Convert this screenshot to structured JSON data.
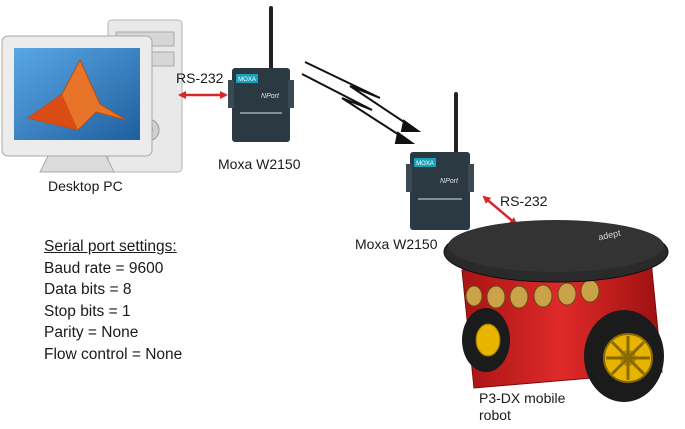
{
  "labels": {
    "desktop_pc": "Desktop PC",
    "moxa_1": "Moxa W2150",
    "moxa_2": "Moxa W2150",
    "rs232_1": "RS-232",
    "rs232_2": "RS-232",
    "robot_line1": "P3-DX mobile",
    "robot_line2": "robot"
  },
  "settings": {
    "title": "Serial port settings:",
    "lines": [
      "Baud rate = 9600",
      "Data bits = 8",
      "Stop bits = 1",
      "Parity = None",
      "Flow control = None"
    ]
  },
  "device_text": {
    "moxa_badge": "MOXA",
    "moxa_model": "NPort",
    "robot_brand": "adept"
  },
  "colors": {
    "link_arrow": "#d9262c",
    "wireless_arrow": "#111111",
    "robot_body": "#cc1f1f",
    "robot_top": "#2a2a2a",
    "wheel_hub": "#e8b400",
    "moxa_body": "#2b3a42",
    "monitor": "#ececec",
    "screen": "#2f7fc4"
  },
  "icons": [
    "desktop-pc-icon",
    "moxa-device-icon",
    "wireless-link-icon",
    "mobile-robot-icon"
  ]
}
